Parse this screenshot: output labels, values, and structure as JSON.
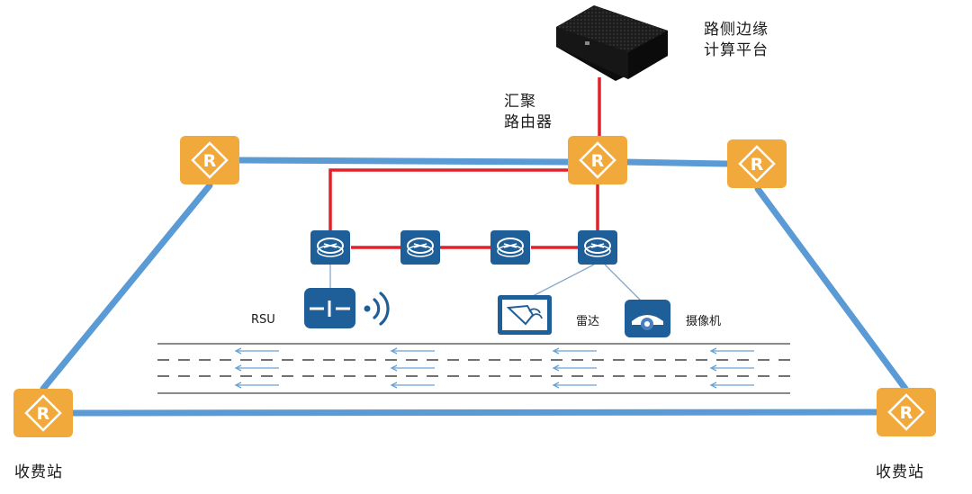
{
  "labels": {
    "edge_platform": "路侧边缘\n计算平台",
    "aggregation_router": "汇聚\n路由器",
    "rsu": "RSU",
    "radar": "雷达",
    "camera": "摄像机",
    "toll_left": "收费站",
    "toll_right": "收费站"
  },
  "router_letter": "R",
  "colors": {
    "router_fill": "#F2A93B",
    "backbone_link": "#5B9BD5",
    "access_link": "#E0202A",
    "switch_fill": "#1F5F99",
    "device_fill": "#1F5F99",
    "lane_line": "#8a8a8a",
    "traffic_arrow": "#6aa0d8",
    "server_body": "#222222"
  },
  "icons": {
    "router": "router-icon",
    "switch": "switch-icon",
    "rsu": "rsu-icon",
    "radar": "radar-icon",
    "camera": "camera-icon",
    "server": "edge-server-icon",
    "wireless": "wireless-signal-icon"
  }
}
